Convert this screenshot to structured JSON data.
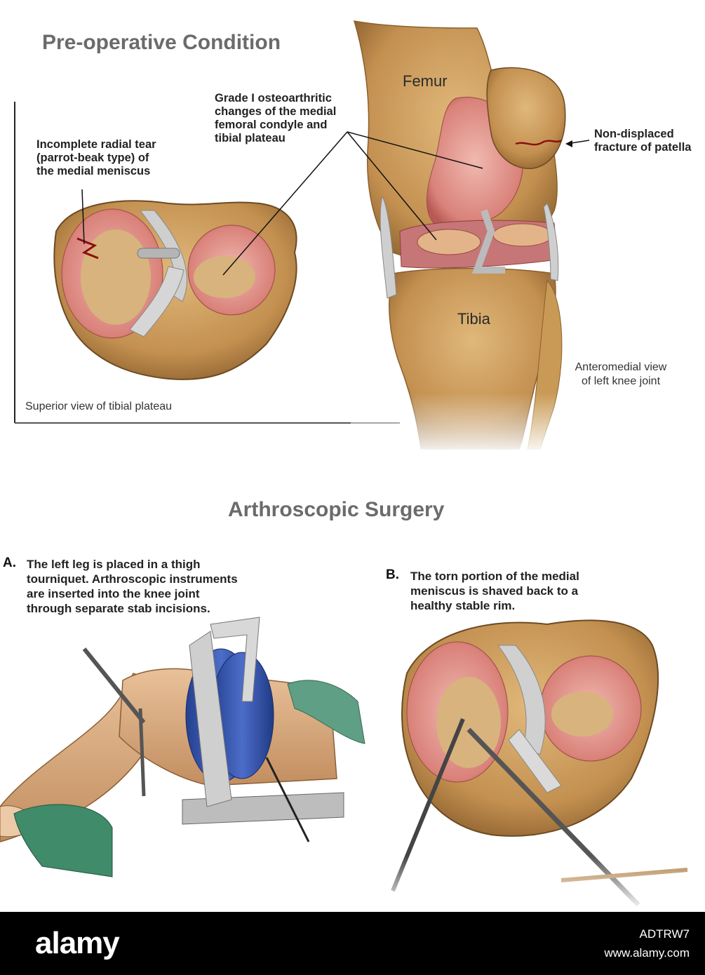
{
  "sections": {
    "pre_op_title": "Pre-operative Condition",
    "surgery_title": "Arthroscopic Surgery"
  },
  "labels": {
    "radial_tear": "Incomplete radial tear\n(parrot-beak type) of\nthe medial meniscus",
    "osteoarthritic": "Grade I osteoarthritic\nchanges of the medial\nfemoral condyle and\ntibial plateau",
    "patella_fracture": "Non-displaced\nfracture of patella",
    "femur": "Femur",
    "tibia": "Tibia",
    "superior_view": "Superior view of tibial plateau",
    "anteromedial_view": "Anteromedial view\nof left knee joint"
  },
  "steps": {
    "a_letter": "A.",
    "a_text": "The left leg is placed in a thigh\ntourniquet. Arthroscopic instruments\nare inserted into the knee joint\nthrough separate stab incisions.",
    "b_letter": "B.",
    "b_text": "The torn portion of the medial\nmeniscus is shaved back to a\nhealthy stable rim."
  },
  "footer": {
    "logo": "alamy",
    "image_id": "ADTRW7",
    "url": "www.alamy.com"
  },
  "colors": {
    "bone": "#c99a55",
    "cartilage": "#d98a86",
    "ligament": "#c8c8c8",
    "cuff": "#3552a8",
    "drape": "#5e9f86"
  }
}
